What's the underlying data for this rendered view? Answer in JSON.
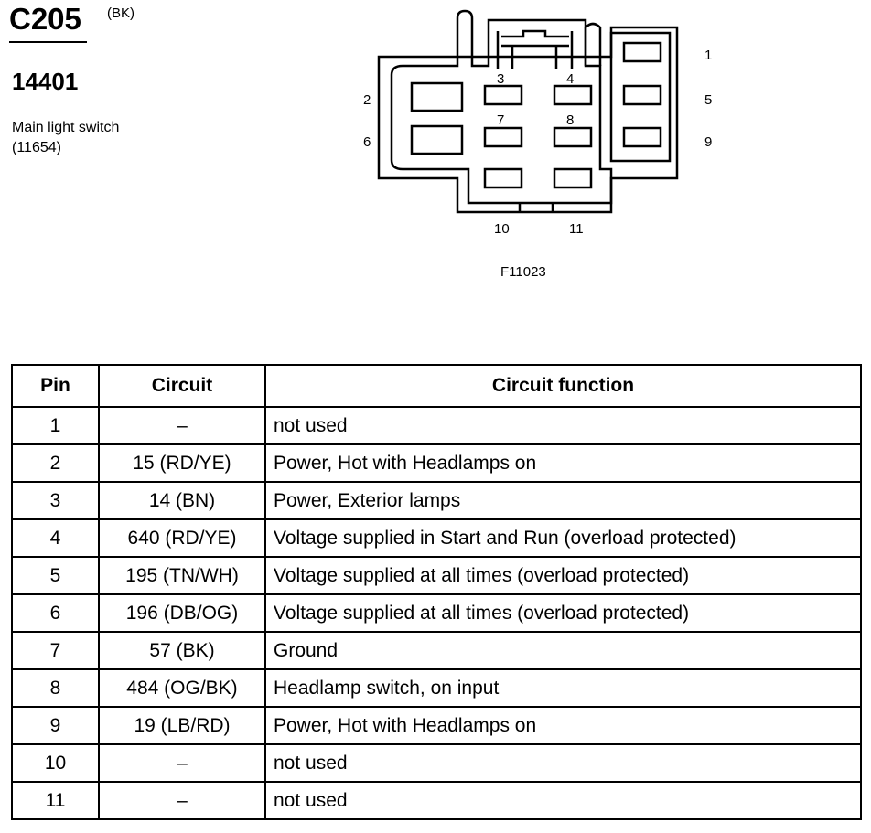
{
  "header": {
    "connector_id": "C205",
    "connector_color": "(BK)",
    "part_number": "14401",
    "description_line1": "Main light switch",
    "description_line2": "(11654)"
  },
  "diagram": {
    "figure_id": "F11023",
    "pin_labels": {
      "p1": "1",
      "p2": "2",
      "p3": "3",
      "p4": "4",
      "p5": "5",
      "p6": "6",
      "p7": "7",
      "p8": "8",
      "p9": "9",
      "p10": "10",
      "p11": "11"
    }
  },
  "table": {
    "headers": [
      "Pin",
      "Circuit",
      "Circuit function"
    ],
    "rows": [
      {
        "pin": "1",
        "circuit": "–",
        "function": "not used"
      },
      {
        "pin": "2",
        "circuit": "15 (RD/YE)",
        "function": "Power, Hot with Headlamps on"
      },
      {
        "pin": "3",
        "circuit": "14 (BN)",
        "function": "Power, Exterior lamps"
      },
      {
        "pin": "4",
        "circuit": "640 (RD/YE)",
        "function": "Voltage supplied in Start and Run (overload protected)"
      },
      {
        "pin": "5",
        "circuit": "195 (TN/WH)",
        "function": "Voltage supplied at all times (overload protected)"
      },
      {
        "pin": "6",
        "circuit": "196 (DB/OG)",
        "function": "Voltage supplied at all times (overload protected)"
      },
      {
        "pin": "7",
        "circuit": "57 (BK)",
        "function": "Ground"
      },
      {
        "pin": "8",
        "circuit": "484 (OG/BK)",
        "function": "Headlamp switch, on input"
      },
      {
        "pin": "9",
        "circuit": "19 (LB/RD)",
        "function": "Power, Hot with Headlamps on"
      },
      {
        "pin": "10",
        "circuit": "–",
        "function": "not used"
      },
      {
        "pin": "11",
        "circuit": "–",
        "function": "not used"
      }
    ]
  }
}
